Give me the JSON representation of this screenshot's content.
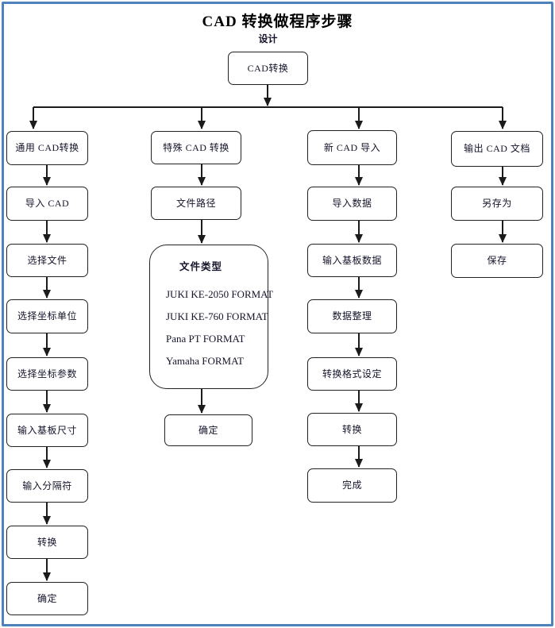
{
  "page": {
    "title": "CAD 转换做程序步骤",
    "design_label": "设计",
    "root_label": "CAD转换"
  },
  "columns": [
    {
      "nodes": [
        "通用 CAD转换",
        "导入 CAD",
        "选择文件",
        "选择坐标单位",
        "选择坐标参数",
        "输入基板尺寸",
        "输入分隔符",
        "转换",
        "确定"
      ]
    },
    {
      "nodes": [
        "特殊 CAD 转换",
        "文件路径",
        "确定"
      ],
      "file_type_box": {
        "heading": "文件类型",
        "items": [
          "JUKI KE-2050 FORMAT",
          "JUKI KE-760 FORMAT",
          "Pana PT FORMAT",
          "Yamaha FORMAT"
        ]
      }
    },
    {
      "nodes": [
        "新 CAD 导入",
        "导入数据",
        "输入基板数据",
        "数据整理",
        "转换格式设定",
        "转换",
        "完成"
      ]
    },
    {
      "nodes": [
        "输出 CAD 文档",
        "另存为",
        "保存"
      ]
    }
  ],
  "colors": {
    "frame_border": "#4f81bd",
    "line": "#1b1b1b",
    "box_border": "#222222",
    "text": "#14142b",
    "background": "#ffffff"
  }
}
